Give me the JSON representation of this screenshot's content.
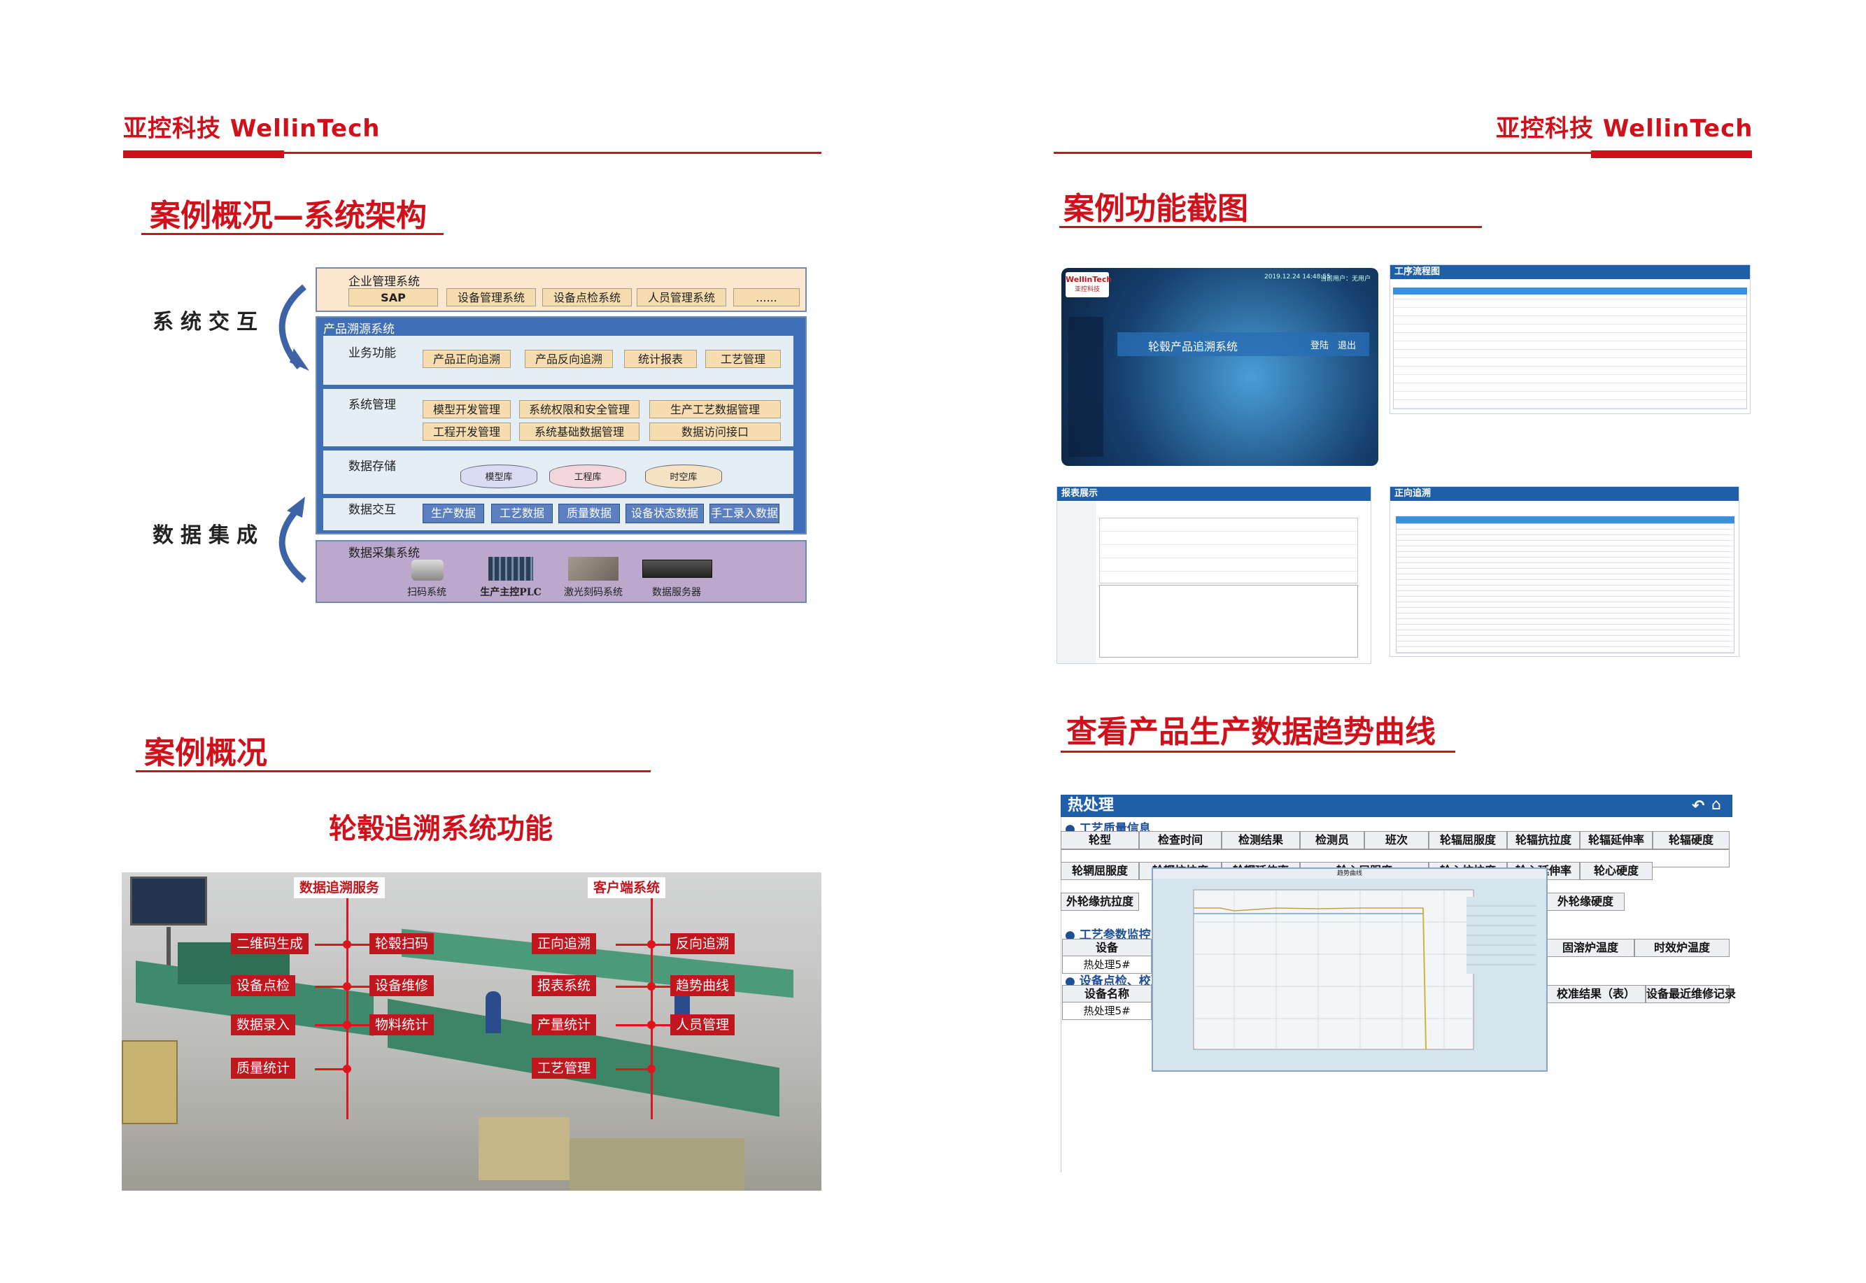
{
  "brand": {
    "name": "亚控科技 WellinTech"
  },
  "left": {
    "arch_title": "案例概况—系统架构",
    "side_label_top": "系统交互",
    "side_label_bottom": "数据集成",
    "enterprise": {
      "title": "企业管理系统",
      "items": [
        "SAP",
        "设备管理系统",
        "设备点检系统",
        "人员管理系统",
        "......"
      ]
    },
    "traceability": {
      "title": "产品溯源系统"
    },
    "business": {
      "title": "业务功能",
      "items": [
        "产品正向追溯",
        "产品反向追溯",
        "统计报表",
        "工艺管理"
      ]
    },
    "sysmgmt": {
      "title": "系统管理",
      "items": [
        "模型开发管理",
        "系统权限和安全管理",
        "生产工艺数据管理",
        "工程开发管理",
        "系统基础数据管理",
        "数据访问接口"
      ]
    },
    "storage": {
      "title": "数据存储",
      "items": [
        "模型库",
        "工程库",
        "时空库"
      ]
    },
    "exchange": {
      "title": "数据交互",
      "items": [
        "生产数据",
        "工艺数据",
        "质量数据",
        "设备状态数据",
        "手工录入数据"
      ]
    },
    "acquisition": {
      "title": "数据采集系统",
      "items": [
        "扫码系统",
        "生产主控PLC",
        "激光刻码系统",
        "数据服务器"
      ]
    },
    "overview_title": "案例概况",
    "func_title": "轮毂追溯系统功能",
    "tags": {
      "service": "数据追溯服务",
      "client": "客户端系统",
      "service_items": [
        "二维码生成",
        "轮毂扫码",
        "设备点检",
        "设备维修",
        "数据录入",
        "物料统计",
        "质量统计"
      ],
      "client_items": [
        "正向追溯",
        "反向追溯",
        "报表系统",
        "趋势曲线",
        "产量统计",
        "人员管理",
        "工艺管理"
      ]
    }
  },
  "right": {
    "func_title": "案例功能截图",
    "login": {
      "logo": "WellinTech",
      "logo_cn": "亚控科技",
      "title": "轮毂产品追溯系统",
      "login": "登陆",
      "exit": "退出",
      "datetime": "2019.12.24  14:48:55",
      "user": "当前用户：无用户"
    },
    "process": {
      "title": "工序流程图"
    },
    "report": {
      "title": "报表展示"
    },
    "forward": {
      "title": "正向追溯"
    },
    "trend_title": "查看产品生产数据趋势曲线",
    "heat": {
      "title": "热处理",
      "quality_section": "工艺质量信息",
      "row1": [
        "轮型",
        "检查时间",
        "检测结果",
        "检测员",
        "班次",
        "轮辐屈服度",
        "轮辐抗拉度",
        "轮辐延伸率",
        "轮辐硬度"
      ],
      "row2": [
        "轮辋屈服度",
        "轮辋抗拉度",
        "轮辋延伸率",
        "轮心屈服度",
        "轮心抗拉度",
        "轮心延伸率",
        "轮心硬度"
      ],
      "row3": [
        "外轮缘抗拉度",
        "外轮缘硬度"
      ],
      "param_section": "工艺参数监控",
      "param_head": [
        "设备",
        "固溶炉温度",
        "时效炉温度"
      ],
      "param_val": "热处理5#",
      "maint_section": "设备点检、校准、",
      "maint_head": [
        "设备名称",
        "校准结果（表）",
        "设备最近维修记录"
      ],
      "maint_val": "热处理5#",
      "popup_title": "趋势曲线"
    }
  }
}
